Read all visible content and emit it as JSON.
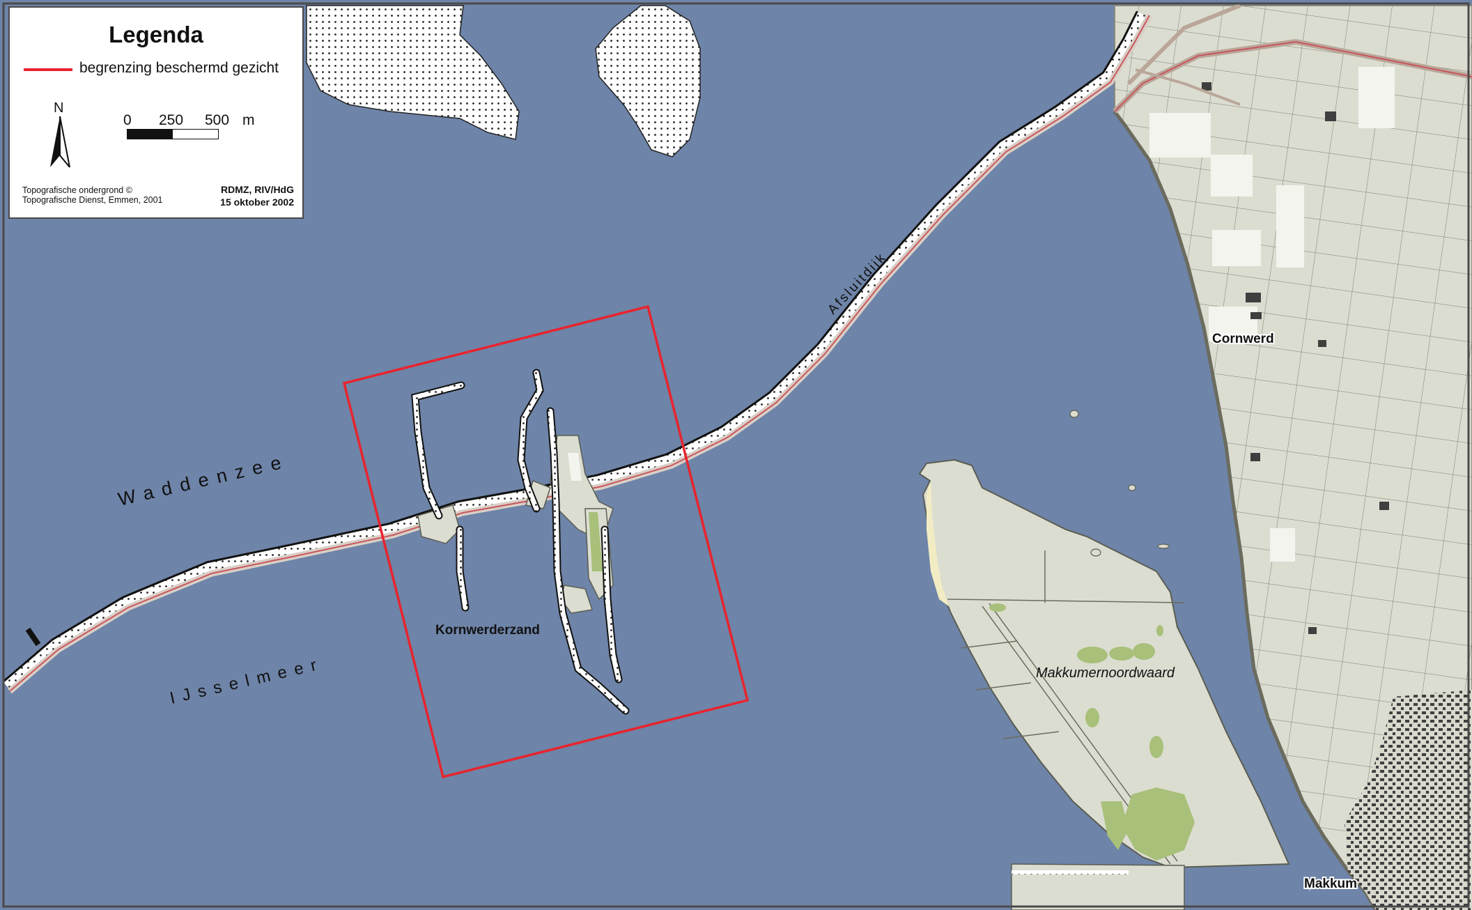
{
  "legend": {
    "title": "Legenda",
    "line_label": "begrenzing beschermd gezicht",
    "north": "N",
    "scale_labels": [
      "0",
      "250",
      "500",
      "m"
    ],
    "source_line1": "Topografische ondergrond ©",
    "source_line2": "Topografische Dienst, Emmen, 2001",
    "credit_line1": "RDMZ, RIV/HdG",
    "credit_line2": "15 oktober 2002"
  },
  "labels": {
    "waddenzee": "Waddenzee",
    "ijsselmeer": "IJsselmeer",
    "afsluitdijk": "Afsluitdijk",
    "kornwerderzand": "Kornwerderzand",
    "cornwerd": "Cornwerd",
    "makkumernoordwaard": "Makkumernoordwaard",
    "makkum": "Makkum"
  },
  "colors": {
    "water": "#6e84a8",
    "land": "#dcddd1",
    "boundary": "#e8242e",
    "dike": "#b9a79a",
    "vegetation": "#a8c07a",
    "urban": "#4d4d4d"
  },
  "icons": {
    "north_arrow": "north-arrow-icon"
  }
}
